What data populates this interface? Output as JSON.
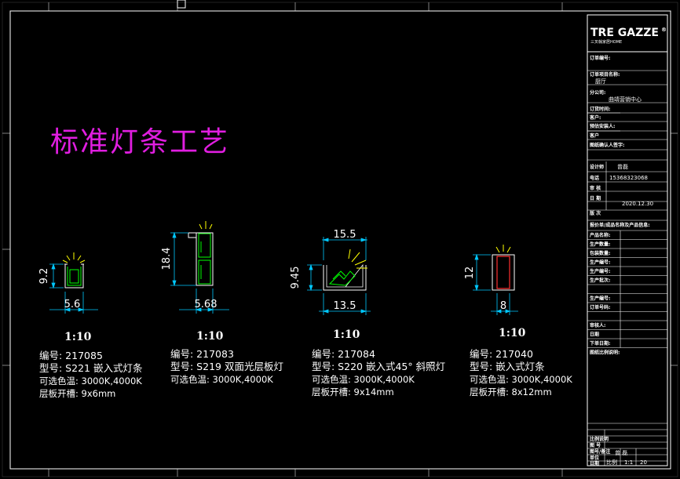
{
  "title": "标准灯条工艺",
  "brand": {
    "logo": "TRE GAZZE",
    "registered": "®",
    "subtitle": "三叉戟家居HOME"
  },
  "title_block": {
    "rows": [
      "订单编号:",
      "订单项目名称:",
      "厨厅",
      "分公司:",
      "曲靖营销中心",
      "订货时间:",
      "客户:",
      "预估安装人:",
      "客户",
      "图纸确认人签字:"
    ],
    "designer_label": "设计师",
    "designer_value": "曾磊",
    "phone_label": "电话",
    "phone_value": "15368323068",
    "review_label": "审 核",
    "date_label": "日 期",
    "date_value": "2020.12.30",
    "version_label": "版 次",
    "products_header": "报价单/成品名称及产品信息:",
    "product_rows": [
      "产品名称:",
      "生产数量:",
      "包装数量:",
      "生产编号:",
      "生产编号:",
      "生产批次:",
      "",
      "生产编号:",
      "订单号码:",
      "",
      "审核人:",
      "日期",
      "下单日期:",
      "图纸比例说明:"
    ],
    "bottom_rows": [
      "",
      "",
      "",
      "",
      "比例说明",
      "图 号",
      "图号/备注",
      "单位",
      "日期"
    ],
    "bottom_values": [
      "曾 磊",
      "比例",
      "1:1",
      "20"
    ]
  },
  "drawings": [
    {
      "scale": "1:10",
      "dims": {
        "height": "9.2",
        "width": "5.6"
      },
      "lines": [
        "编号: 217085",
        "型号: S221 嵌入式灯条",
        "可选色温: 3000K,4000K",
        "层板开槽: 9x6mm"
      ]
    },
    {
      "scale": "1:10",
      "dims": {
        "height": "18.4",
        "width": "5.68"
      },
      "lines": [
        "编号: 217083",
        "型号: S219  双面光层板灯",
        "可选色温: 3000K,4000K"
      ]
    },
    {
      "scale": "1:10",
      "dims": {
        "height": "9.45",
        "top": "15.5",
        "width": "13.5"
      },
      "lines": [
        "编号: 217084",
        "型号: S220 嵌入式45° 斜照灯",
        "可选色温: 3000K,4000K",
        "层板开槽: 9x14mm"
      ]
    },
    {
      "scale": "1:10",
      "dims": {
        "height": "12",
        "width": "8"
      },
      "lines": [
        "编号: 217040",
        "型号: 嵌入式灯条",
        "可选色温: 3000K,4000K",
        "层板开槽: 8x12mm"
      ]
    }
  ],
  "colors": {
    "title": "#e01ee0",
    "dim": "#00c8ff",
    "profile": "#00ff00",
    "red": "#ff3030",
    "glow": "#ffff00"
  }
}
